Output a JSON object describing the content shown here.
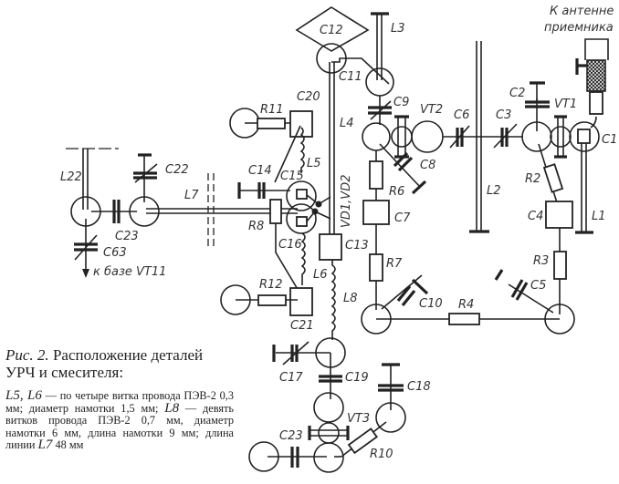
{
  "figure": {
    "number_label": "Рис. 2.",
    "title": "Расположение деталей УРЧ и смесителя:",
    "notes": [
      {
        "ref": "L5, L6",
        "text": "— по четыре витка провода ПЭВ-2 0,3 мм; диаметр намотки 1,5 мм;"
      },
      {
        "ref": "L8",
        "text": "— девять витков провода ПЭВ-2 0,7 мм, диаметр намотки 6 мм, длина намотки 9 мм; длина линии"
      },
      {
        "ref": "L7",
        "text": "48 мм"
      }
    ]
  },
  "annotations": {
    "antenna": [
      "К антенне",
      "приемника"
    ],
    "base_vt11": "к базе VT11"
  },
  "labels": {
    "C1": "C1",
    "C2": "C2",
    "C3": "C3",
    "C4": "C4",
    "C5": "C5",
    "C6": "C6",
    "C7": "C7",
    "C8": "C8",
    "C9": "C9",
    "C10": "C10",
    "C11": "C11",
    "C12": "C12",
    "C13": "C13",
    "C14": "C14",
    "C15": "C15",
    "C16": "C16",
    "C17": "C17",
    "C18": "C18",
    "C19": "C19",
    "C20": "C20",
    "C21": "C21",
    "C22": "C22",
    "C23a": "C23",
    "C23b": "C23",
    "C63": "C63",
    "L1": "L1",
    "L2": "L2",
    "L3": "L3",
    "L4": "L4",
    "L5": "L5",
    "L6": "L6",
    "L7": "L7",
    "L8": "L8",
    "L22": "L22",
    "R2": "R2",
    "R3": "R3",
    "R4": "R4",
    "R6": "R6",
    "R7": "R7",
    "R8": "R8",
    "R10": "R10",
    "R11": "R11",
    "R12": "R12",
    "VT1": "VT1",
    "VT2": "VT2",
    "VT3": "VT3",
    "VD": "VD1,VD2"
  },
  "colors": {
    "ink": "#222222",
    "background": "#ffffff"
  }
}
